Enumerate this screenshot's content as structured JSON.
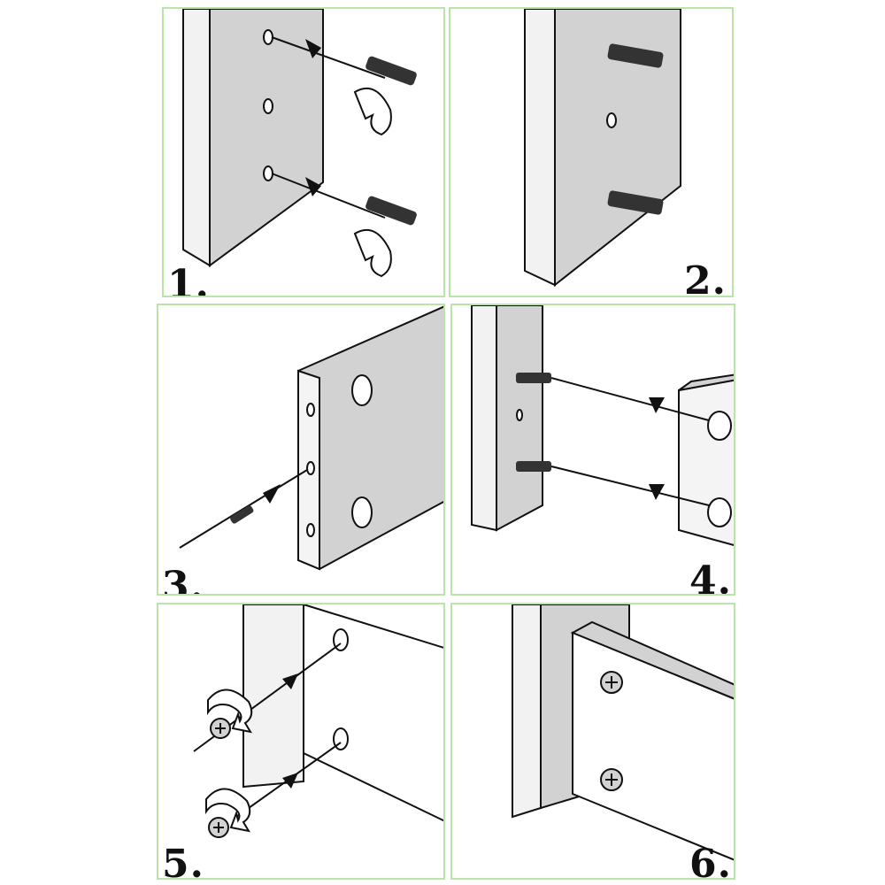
{
  "steps": [
    {
      "label": "1.",
      "description_icon": "insert-cam-bolts-icon"
    },
    {
      "label": "2.",
      "description_icon": "bolts-installed-icon"
    },
    {
      "label": "3.",
      "description_icon": "insert-dowel-icon"
    },
    {
      "label": "4.",
      "description_icon": "join-panels-icon"
    },
    {
      "label": "5.",
      "description_icon": "tighten-cam-locks-icon"
    },
    {
      "label": "6.",
      "description_icon": "assembled-joint-icon"
    }
  ],
  "colors": {
    "panel_border": "#b9e6a8",
    "board_face": "#d4d4d4",
    "board_edge": "#f4f4f4",
    "line": "#111111"
  }
}
